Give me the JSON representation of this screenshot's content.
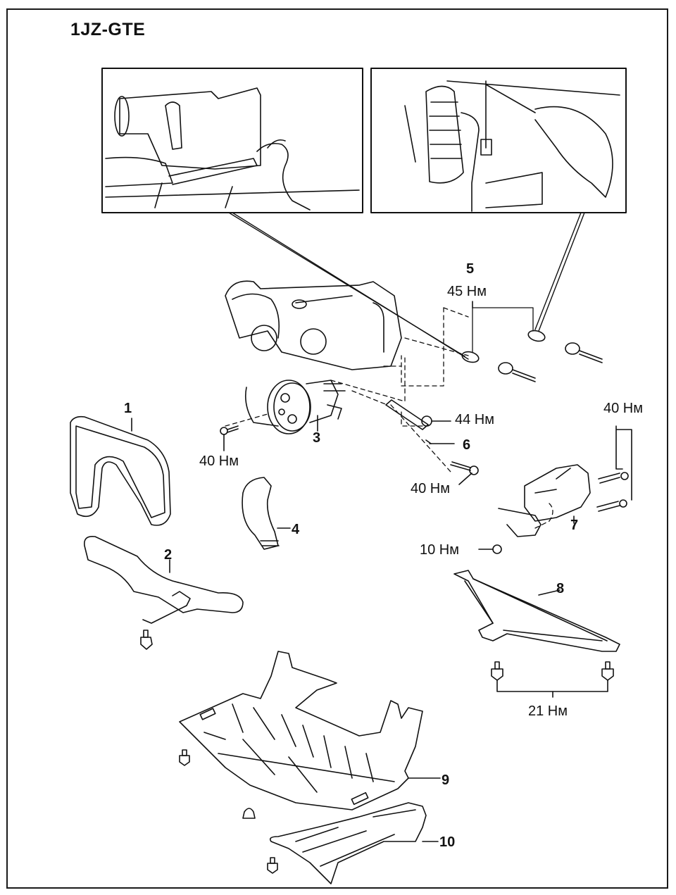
{
  "title": "1JZ-GTE",
  "diagram_type": "exploded parts view with torque specifications",
  "insets": [
    {
      "id": "inset-left",
      "depicts": "hands tightening a fitting with a wrench on the power steering pump"
    },
    {
      "id": "inset-right",
      "depicts": "hand tightening a pressure line fitting next to a rubber boot"
    }
  ],
  "parts": [
    {
      "number": "1",
      "name": "drive-belt"
    },
    {
      "number": "2",
      "name": "water-pipe"
    },
    {
      "number": "3",
      "name": "power-steering-pump"
    },
    {
      "number": "4",
      "name": "hose"
    },
    {
      "number": "5",
      "name": "pressure-line-fittings"
    },
    {
      "number": "6",
      "name": "bracket-rod"
    },
    {
      "number": "7",
      "name": "starter"
    },
    {
      "number": "8",
      "name": "brace"
    },
    {
      "number": "9",
      "name": "engine-under-cover"
    },
    {
      "number": "10",
      "name": "under-cover-rear"
    }
  ],
  "torques": {
    "fitting_5": "45 Нм",
    "nut_44": "44 Нм",
    "pump_bolt": "40 Нм",
    "rod_bolt": "40 Нм",
    "starter_bolts": "40 Нм",
    "starter_nut": "10 Нм",
    "brace_bolts": "21 Нм"
  }
}
